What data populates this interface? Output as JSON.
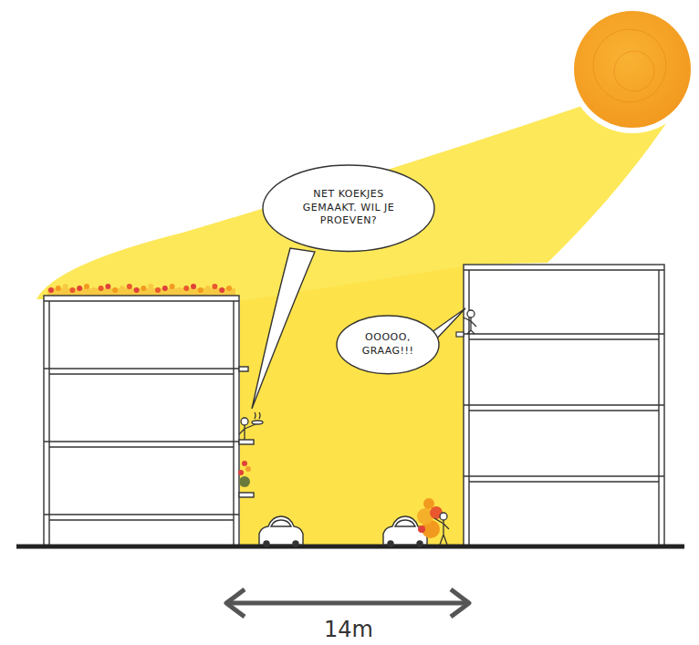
{
  "diagram": {
    "nodes": [
      {
        "text": [
          "NET KOEKJES GEMAAKT. WIL JE PROEVEN?"
        ]
      },
      {
        "text": [
          "OOOOO, GRAAG!!!"
        ]
      }
    ],
    "labels": [
      "14m"
    ]
  }
}
